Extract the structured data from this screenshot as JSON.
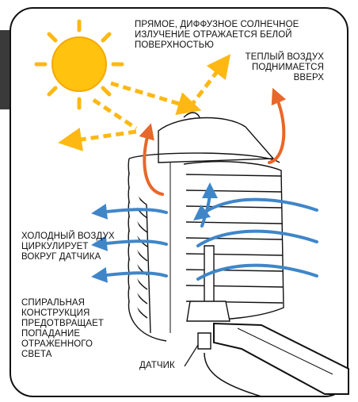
{
  "labels": {
    "sunlight": [
      "ПРЯМОЕ, ДИФФУЗНОЕ СОЛНЕЧНОЕ",
      "ИЗЛУЧЕНИЕ ОТРАЖАЕТСЯ БЕЛОЙ",
      "ПОВЕРХНОСТЬЮ"
    ],
    "warm_air": [
      "ТЕПЛЫЙ ВОЗДУХ",
      "ПОДНИМАЕТСЯ",
      "ВВЕРХ"
    ],
    "cold_air": [
      "ХОЛОДНЫЙ ВОЗДУХ",
      "ЦИРКУЛИРУЕТ",
      "ВОКРУГ ДАТЧИКА"
    ],
    "spiral": [
      "СПИРАЛЬНАЯ",
      "КОНСТРУКЦИЯ",
      "ПРЕДОТВРАЩАЕТ",
      "ПОПАДАНИЕ",
      "ОТРАЖЕННОГО",
      "СВЕТА"
    ],
    "sensor": "ДАТЧИК"
  },
  "colors": {
    "sun": "#FFC20E",
    "sun_rays": "#FDB813",
    "warm_arrow": "#E8672A",
    "cold_arrow": "#3F86C9",
    "outline": "#111111",
    "dark_tab": "#3A3A3A"
  },
  "icons": [
    "sun-icon"
  ]
}
